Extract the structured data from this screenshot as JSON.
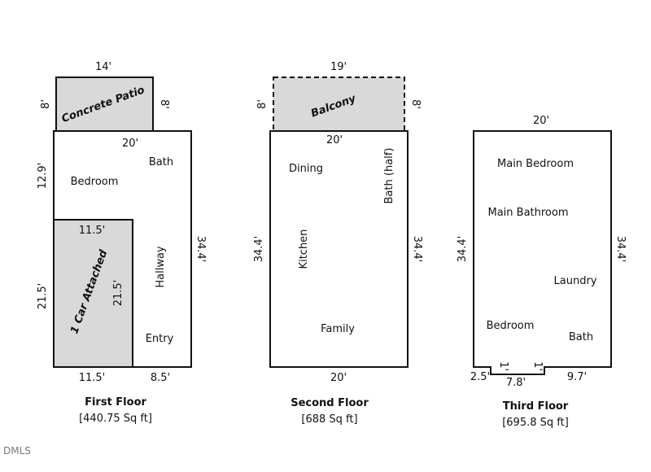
{
  "first_floor": {
    "caption": "First Floor",
    "area": "[440.75 Sq ft]",
    "patio_label": "Concrete Patio",
    "garage_label": "1 Car Attached",
    "rooms": {
      "bedroom": "Bedroom",
      "bath": "Bath",
      "hallway": "Hallway",
      "entry": "Entry"
    },
    "dims": {
      "patio_width": "14'",
      "patio_left": "8'",
      "patio_right": "8'",
      "top_width": "20'",
      "left_upper": "12.9'",
      "right_height": "34.4'",
      "garage_top": "11.5'",
      "garage_left": "21.5'",
      "garage_right": "21.5'",
      "bottom_left": "11.5'",
      "bottom_right": "8.5'"
    }
  },
  "second_floor": {
    "caption": "Second Floor",
    "area": "[688 Sq ft]",
    "balcony_label": "Balcony",
    "rooms": {
      "dining": "Dining",
      "bath_half": "Bath (half)",
      "kitchen": "Kitchen",
      "family": "Family"
    },
    "dims": {
      "balcony_width": "19'",
      "balcony_left": "8'",
      "balcony_right": "8'",
      "top_width": "20'",
      "left_height": "34.4'",
      "right_height": "34.4'",
      "bottom_width": "20'"
    }
  },
  "third_floor": {
    "caption": "Third Floor",
    "area": "[695.8 Sq ft]",
    "rooms": {
      "main_bedroom": "Main Bedroom",
      "main_bathroom": "Main Bathroom",
      "laundry": "Laundry",
      "bedroom": "Bedroom",
      "bath": "Bath"
    },
    "dims": {
      "top_width": "20'",
      "left_height": "34.4'",
      "right_height": "34.4'",
      "bottom_left": "2.5'",
      "bottom_mid": "7.8'",
      "bottom_right": "9.7'",
      "notch_left": "1'",
      "notch_right": "1'"
    }
  },
  "watermark": "DMLS"
}
